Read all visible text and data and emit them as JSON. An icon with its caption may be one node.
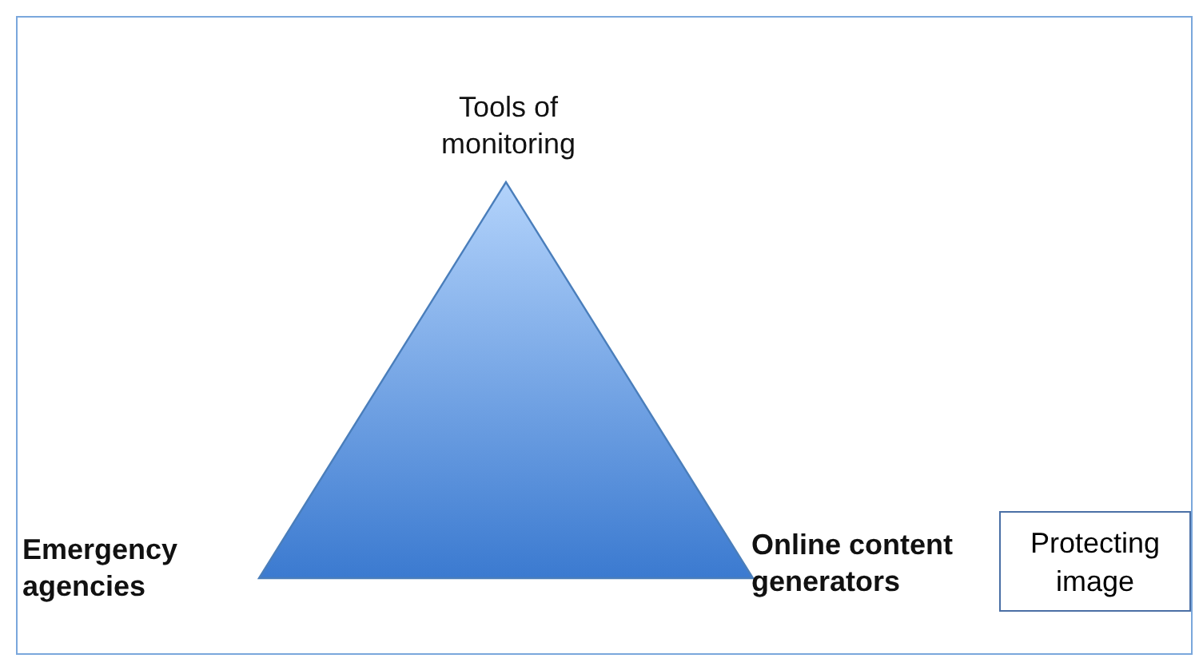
{
  "diagram": {
    "nodes": [
      {
        "text": [],
        "shape": "triangle"
      },
      {
        "text": [
          "Protecting image"
        ]
      }
    ],
    "labels": [
      "Tools of monitoring",
      "Emergency agencies",
      "Online content generators"
    ]
  }
}
